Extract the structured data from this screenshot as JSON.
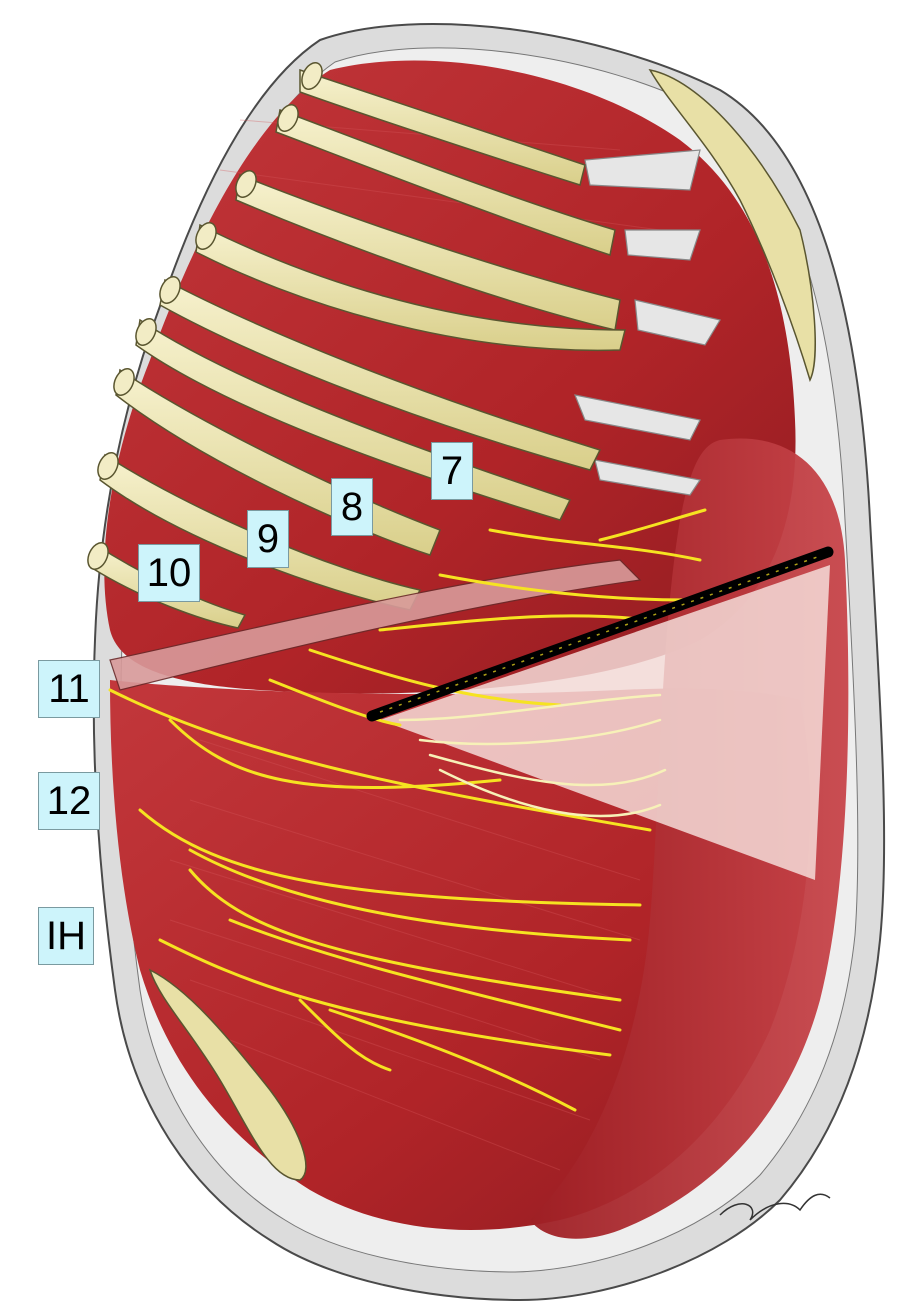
{
  "labels": {
    "seven": "7",
    "eight": "8",
    "nine": "9",
    "ten": "10",
    "eleven": "11",
    "twelve": "12",
    "ih": "IH"
  },
  "colors": {
    "muscle": "#b3262b",
    "muscle_dark": "#8e1b20",
    "rib": "#efe8b5",
    "bone_gray": "#d9d9d9",
    "nerve": "#f6e321",
    "nerve_pale": "#f7f1b8",
    "label_fill": "#cdf4fb",
    "incision": "#000000"
  }
}
